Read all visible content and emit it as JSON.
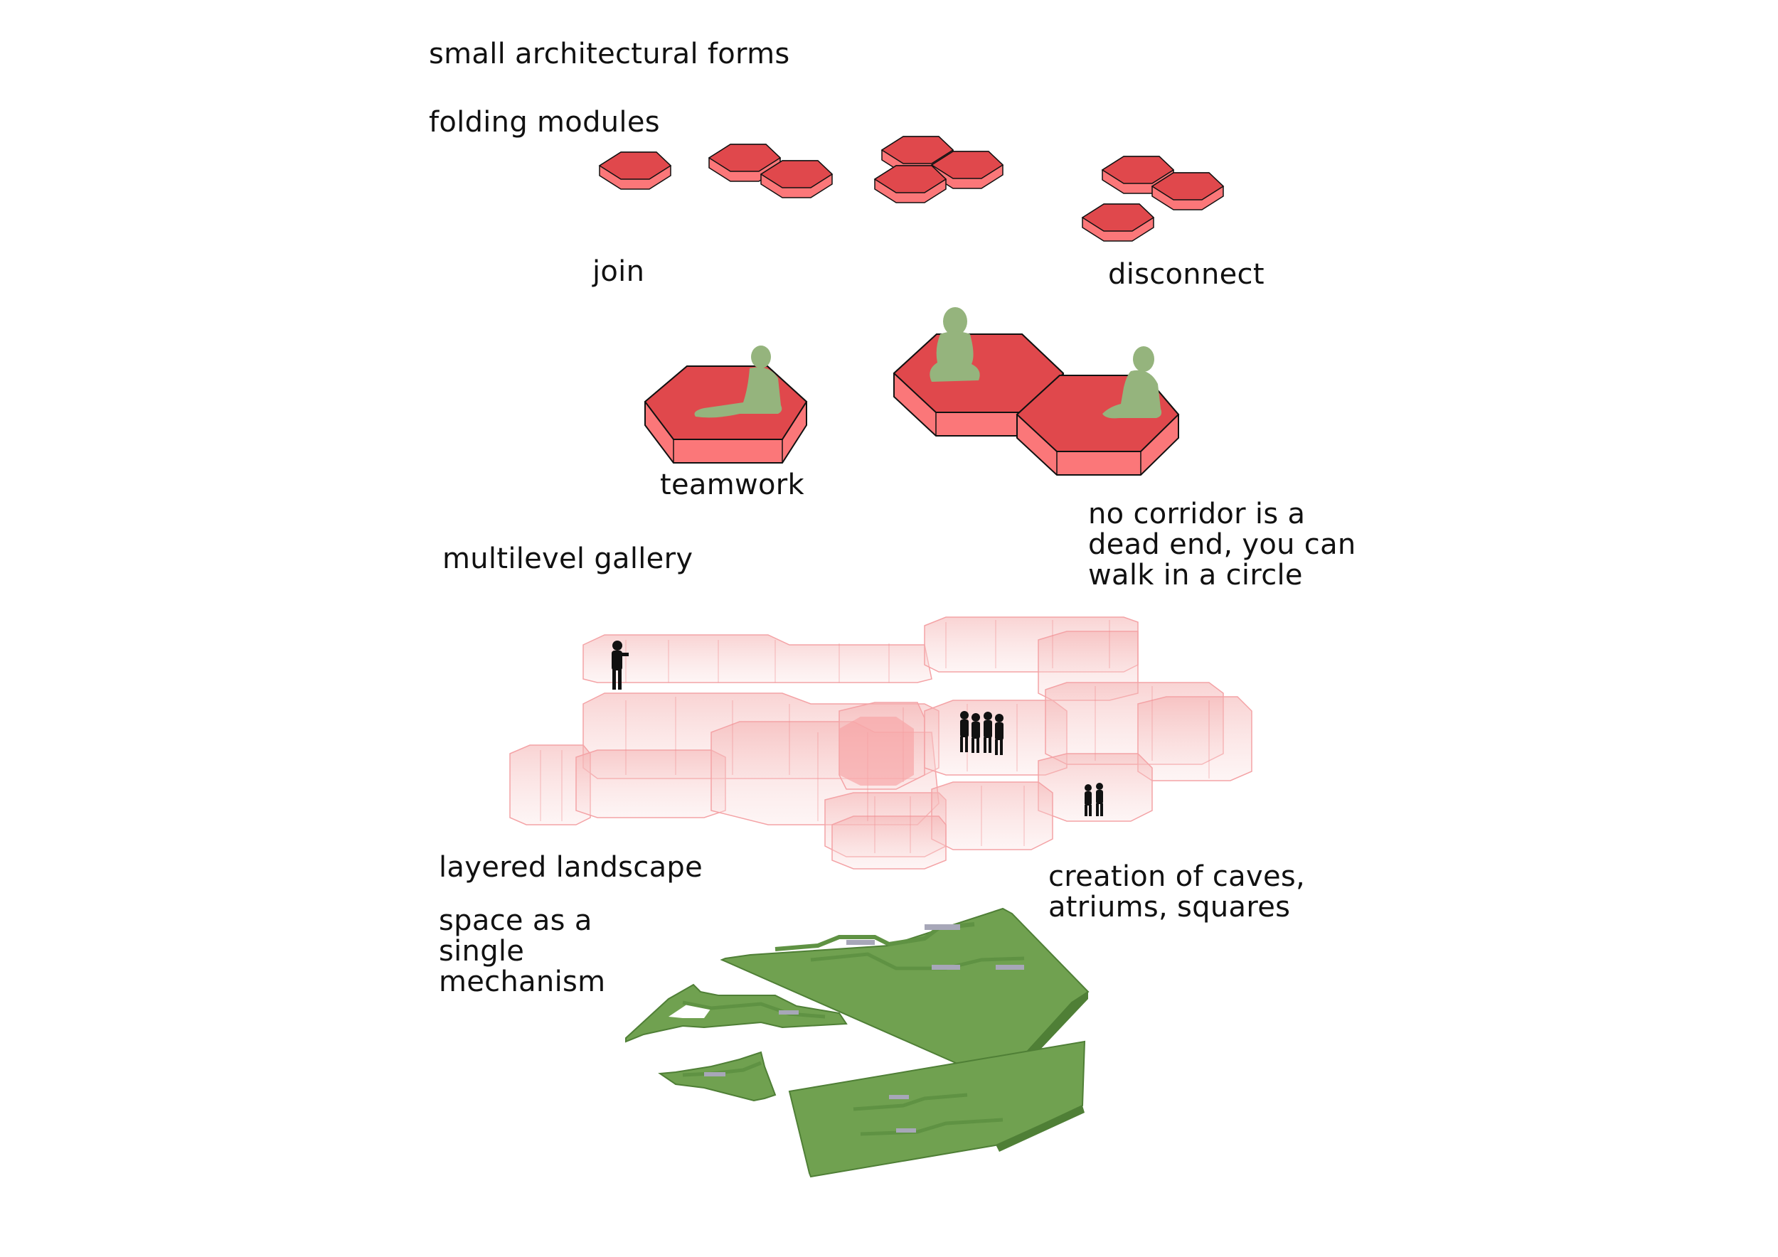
{
  "labels": {
    "small_forms": "small architectural forms",
    "folding_modules": "folding modules",
    "join": "join",
    "disconnect": "disconnect",
    "teamwork": "teamwork",
    "no_corridor": "no corridor is a\ndead end, you can\nwalk in a circle",
    "multilevel_gallery": "multilevel gallery",
    "layered_landscape": "layered landscape",
    "creation_caves": "creation of caves,\natriums, squares",
    "single_mechanism": "space as a\nsingle\nmechanism"
  },
  "colors": {
    "module_top": "#e0484c",
    "module_side": "#fb7779",
    "figure": "#95b47d",
    "gallery": "#f7b7b7",
    "landscape": "#70a150",
    "landscape_edge": "#4f7f36",
    "silhouette": "#111111"
  }
}
